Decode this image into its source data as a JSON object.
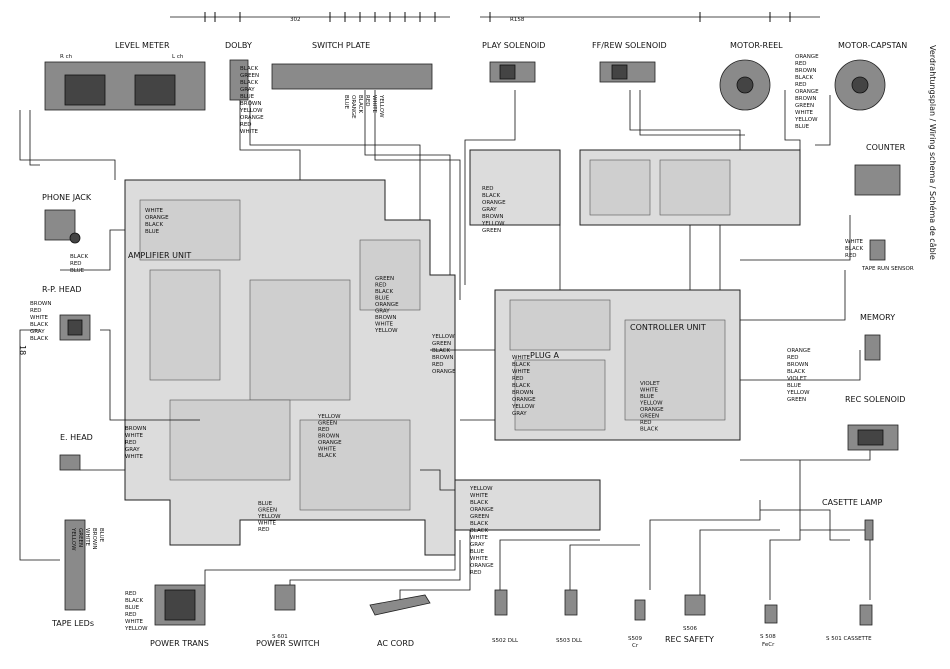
{
  "header": {
    "side_note": "Verdrahtungsplan / Wiring schema / Schéma de câble",
    "page_number": "18",
    "top_codes": [
      "302",
      "R158"
    ]
  },
  "components": {
    "level_meter": "LEVEL METER",
    "rch": "R ch",
    "lch": "L ch",
    "dolby": "DOLBY",
    "switch_plate": "SWITCH PLATE",
    "play_solenoid": "PLAY SOLENOID",
    "ff_rew_solenoid": "FF/REW SOLENOID",
    "motor_reel": "MOTOR-REEL",
    "motor_capstan": "MOTOR-CAPSTAN",
    "counter": "COUNTER",
    "phone_jack": "PHONE JACK",
    "amplifier_unit": "AMPLIFIER UNIT",
    "tape_run_sensor": "TAPE RUN SENSOR",
    "rp_head": "R-P. HEAD",
    "controller_unit": "CONTROLLER UNIT",
    "memory": "MEMORY",
    "plug_a": "PLUG A",
    "rec_solenoid": "REC SOLENOID",
    "e_head": "E. HEAD",
    "cassette_lamp": "CASETTE LAMP",
    "tape_leds": "TAPE LEDs",
    "power_trans": "POWER TRANS",
    "s601": "S 601",
    "power_switch": "POWER SWITCH",
    "ac_cord": "AC CORD",
    "s502": "S502 DLL",
    "s503": "S503 DLL",
    "s509": "S509",
    "s509_sub": "Cr",
    "rec_safety": "REC SAFETY",
    "s506": "S506",
    "s508": "S 508",
    "s508_sub": "FeCr",
    "s501": "S 501 CASSETTE"
  },
  "wire_colors": {
    "dolby": [
      "BLACK",
      "GREEN",
      "BLACK",
      "GRAY",
      "BLUE",
      "BROWN",
      "YELLOW",
      "ORANGE",
      "RED",
      "WHITE"
    ],
    "switch_plate": [
      "BLUE",
      "ORANGE",
      "BLACK",
      "RED",
      "WHITE",
      "YELLOW"
    ],
    "motor": [
      "ORANGE",
      "RED",
      "BROWN",
      "BLACK",
      "RED",
      "ORANGE",
      "BROWN",
      "GREEN",
      "WHITE",
      "YELLOW",
      "BLUE"
    ],
    "phone_jack": [
      "BLACK",
      "RED",
      "BLUE"
    ],
    "amp_top": [
      "WHITE",
      "ORANGE",
      "BLACK",
      "BLUE"
    ],
    "amp_mid": [
      "GREEN",
      "RED",
      "BLACK",
      "BLUE",
      "ORANGE",
      "GRAY",
      "BROWN",
      "WHITE",
      "YELLOW"
    ],
    "amp_right": [
      "YELLOW",
      "GREEN",
      "BLACK",
      "BROWN",
      "RED",
      "ORANGE"
    ],
    "ctrl_top": [
      "RED",
      "BLACK",
      "ORANGE",
      "GRAY",
      "BROWN",
      "YELLOW",
      "GREEN"
    ],
    "tape_run": [
      "WHITE",
      "BLACK",
      "RED"
    ],
    "plug_a": [
      "WHITE",
      "BLACK",
      "WHITE",
      "RED",
      "BLACK",
      "BROWN",
      "ORANGE",
      "YELLOW",
      "GRAY"
    ],
    "ctrl_mid": [
      "VIOLET",
      "WHITE",
      "BLUE",
      "YELLOW",
      "ORANGE",
      "GREEN",
      "RED",
      "BLACK"
    ],
    "memory": [
      "ORANGE",
      "RED",
      "BROWN",
      "BLACK",
      "VIOLET",
      "BLUE",
      "YELLOW",
      "GREEN"
    ],
    "rp_head": [
      "BROWN",
      "RED",
      "WHITE",
      "BLACK",
      "GRAY",
      "BLACK"
    ],
    "e_head": [
      "BROWN",
      "WHITE",
      "RED",
      "GRAY",
      "WHITE"
    ],
    "amp_bottom": [
      "YELLOW",
      "GREEN",
      "RED",
      "BROWN",
      "ORANGE",
      "WHITE",
      "BLACK"
    ],
    "amp_low": [
      "BLUE",
      "GREEN",
      "YELLOW",
      "WHITE",
      "RED"
    ],
    "tape_leds": [
      "YELLOW",
      "GREEN",
      "WHITE",
      "BROWN",
      "BLUE"
    ],
    "power_trans": [
      "RED",
      "BLACK",
      "BLUE",
      "RED",
      "WHITE",
      "YELLOW"
    ],
    "cassette": [
      "YELLOW",
      "WHITE",
      "BLACK",
      "ORANGE",
      "GREEN",
      "BLACK",
      "BLACK",
      "WHITE",
      "GRAY",
      "BLUE",
      "WHITE",
      "ORANGE",
      "RED"
    ]
  }
}
